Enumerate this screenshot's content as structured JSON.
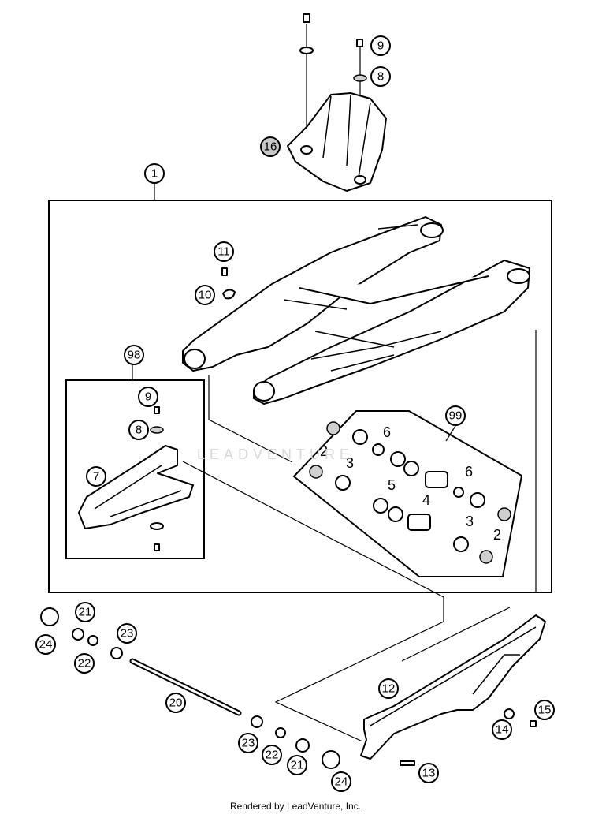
{
  "diagram": {
    "callouts": {
      "c1": "1",
      "c2a": "2",
      "c2b": "2",
      "c3a": "3",
      "c3b": "3",
      "c4": "4",
      "c5": "5",
      "c6a": "6",
      "c6b": "6",
      "c7": "7",
      "c8a": "8",
      "c8b": "8",
      "c9a": "9",
      "c9b": "9",
      "c10": "10",
      "c11": "11",
      "c12": "12",
      "c13": "13",
      "c14": "14",
      "c15": "15",
      "c16": "16",
      "c20": "20",
      "c21a": "21",
      "c21b": "21",
      "c22a": "22",
      "c22b": "22",
      "c23a": "23",
      "c23b": "23",
      "c24a": "24",
      "c24b": "24",
      "c98": "98",
      "c99": "99"
    }
  },
  "watermark": "LEADVENTURE",
  "footer": "Rendered by LeadVenture, Inc."
}
